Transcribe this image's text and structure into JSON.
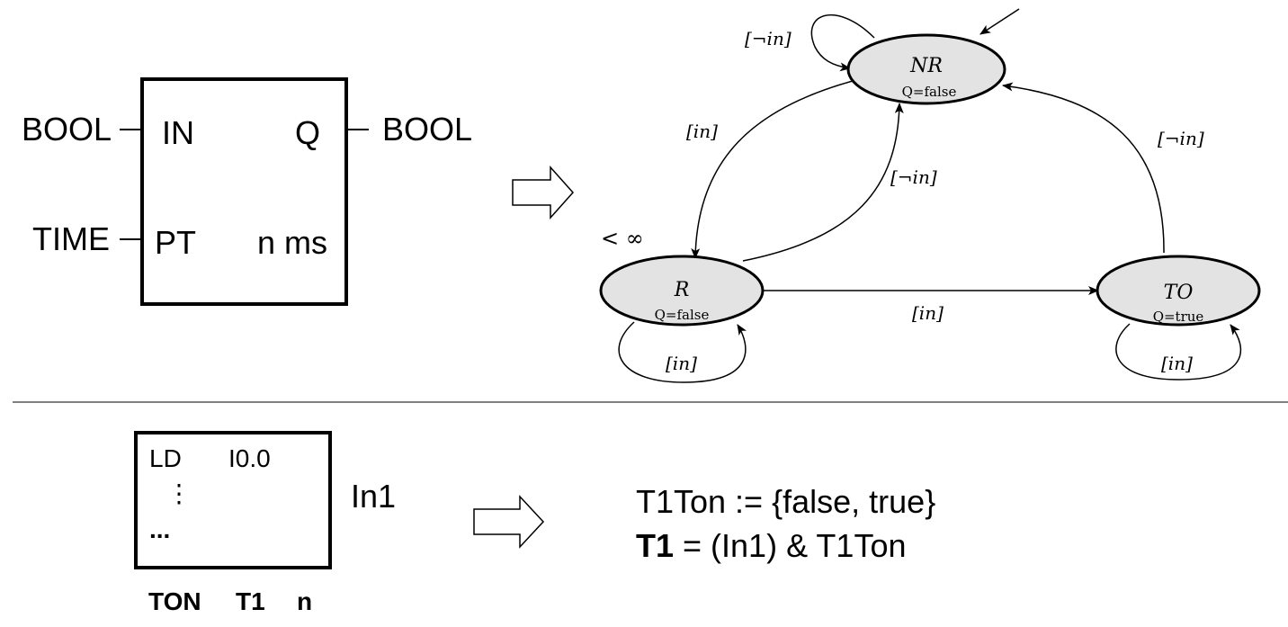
{
  "function_block": {
    "in_type": "BOOL",
    "out_type": "BOOL",
    "pt_type": "TIME",
    "in_port": "IN",
    "out_port": "Q",
    "pt_port": "PT",
    "pt_value": "n ms"
  },
  "automaton": {
    "states": {
      "nr": {
        "name": "NR",
        "output": "Q=false"
      },
      "r": {
        "name": "R",
        "output": "Q=false",
        "invariant": "< ∞"
      },
      "to": {
        "name": "TO",
        "output": "Q=true"
      }
    },
    "guards": {
      "nr_self": "[¬in]",
      "nr_to_r": "[in]",
      "r_to_nr": "[¬in]",
      "to_to_nr": "[¬in]",
      "r_to_to": "[in]",
      "r_self": "[in]",
      "to_self": "[in]"
    }
  },
  "il_block": {
    "line1_op": "LD",
    "line1_arg": "I0.0",
    "line2": "⋮",
    "line3": "...",
    "output": "In1",
    "footer_instr": "TON",
    "footer_timer": "T1",
    "footer_param": "n"
  },
  "formula": {
    "line1": "T1Ton := {false, true}",
    "line2_bold": "T1",
    "line2_rest": " = (In1) & T1Ton"
  }
}
